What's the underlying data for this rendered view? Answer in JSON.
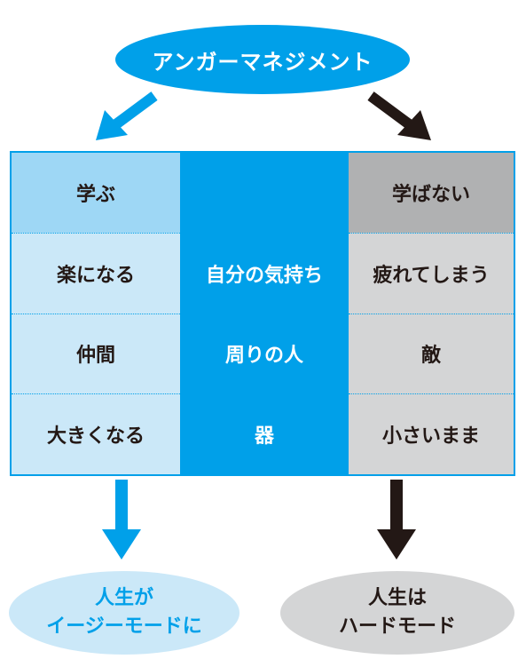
{
  "top": {
    "title": "アンガーマネジメント"
  },
  "colors": {
    "blue": "#00a0e9",
    "light_blue": "#cbe8f8",
    "header_blue": "#9ed7f5",
    "gray": "#d4d5d6",
    "header_gray": "#b0b1b2",
    "dark": "#231815"
  },
  "table": {
    "left": {
      "header": "学ぶ",
      "rows": [
        "楽になる",
        "仲間",
        "大きくなる"
      ]
    },
    "middle": {
      "header": "",
      "rows": [
        "自分の気持ち",
        "周りの人",
        "器"
      ]
    },
    "right": {
      "header": "学ばない",
      "rows": [
        "疲れてしまう",
        "敵",
        "小さいまま"
      ]
    }
  },
  "outcomes": {
    "left": {
      "line1": "人生が",
      "line2": "イージーモードに"
    },
    "right": {
      "line1": "人生は",
      "line2": "ハードモード"
    }
  }
}
